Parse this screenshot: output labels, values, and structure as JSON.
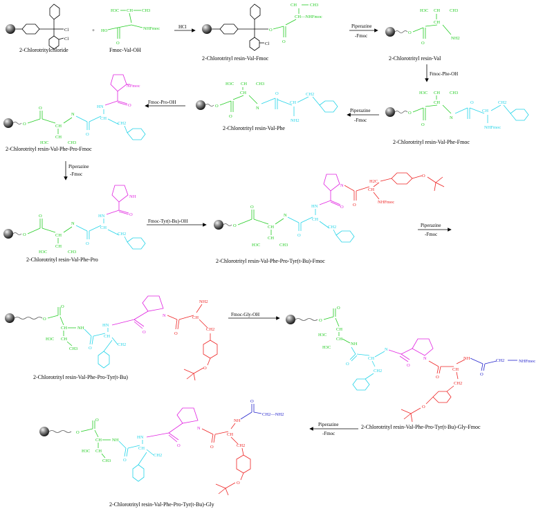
{
  "colors": {
    "resin": "#555555",
    "val": "#22cc22",
    "phe": "#22d4e8",
    "pro": "#e020e0",
    "tyr": "#ee2222",
    "gly": "#2222cc",
    "black": "#000000"
  },
  "icons": {
    "resin_bead": "resin-bead-icon",
    "arrow": "reaction-arrow-icon"
  },
  "compounds": [
    {
      "name": "2-Chlorotritylchloride"
    },
    {
      "name": "Fmoc-Val-OH"
    },
    {
      "name": "2-Chlorotrityl resin-Val-Fmoc"
    },
    {
      "name": "2-Chlorotrityl resin-Val"
    },
    {
      "name": "2-Chlorotrityl resin-Val-Phe-Fmoc"
    },
    {
      "name": "2-Chlorotrityl resin-Val-Phe"
    },
    {
      "name": "2-Chlorotrityl resin-Val-Phe-Pro-Fmoc"
    },
    {
      "name": "2-Chlorotrityl resin-Val-Phe-Pro"
    },
    {
      "name": "2-Chlorotrityl resin-Val-Phe-Pro-Tyr(t-Bu)-Fmoc"
    },
    {
      "name": "2-Chlorotrityl resin-Val-Phe-Pro-Tyr(t-Bu)"
    },
    {
      "name": "2-Chlorotrityl resin-Val-Phe-Pro-Tyr(t-Bu)-Gly-Fmoc"
    },
    {
      "name": "2-Chlorotrityl resin-Val-Phe-Pro-Tyr(t-Bu)-Gly"
    }
  ],
  "reagents": [
    {
      "line1": "HCl",
      "line2": ""
    },
    {
      "line1": "Piperazine",
      "line2": "-Fmoc"
    },
    {
      "line1": "Fmoc-Phe-OH",
      "line2": ""
    },
    {
      "line1": "Piperazine",
      "line2": "-Fmoc"
    },
    {
      "line1": "Fmoc-Pro-OH",
      "line2": ""
    },
    {
      "line1": "Piperazine",
      "line2": "-Fmoc"
    },
    {
      "line1": "Fmoc-Tyr(t-Bu)-OH",
      "line2": ""
    },
    {
      "line1": "Piperazine",
      "line2": "-Fmoc"
    },
    {
      "line1": "Fmoc-Gly-OH",
      "line2": ""
    },
    {
      "line1": "Piperazine",
      "line2": "-Fmoc"
    }
  ],
  "plus": "+",
  "atoms": {
    "cl": "Cl",
    "ho": "HO",
    "o": "O",
    "h3c": "H3C",
    "ch3": "CH3",
    "ch": "CH",
    "nhfmoc": "NHFmoc",
    "nh2": "NH2",
    "nh": "NH",
    "hn": "HN",
    "n": "N",
    "nfmoc": "NFmoc",
    "c": "C",
    "ch2": "CH2",
    "h2c": "H2C",
    "ch_nh2": "CH—NH2",
    "ch_nhfmoc": "CH—NHFmoc",
    "ch2_nh2": "CH2—NH2"
  }
}
